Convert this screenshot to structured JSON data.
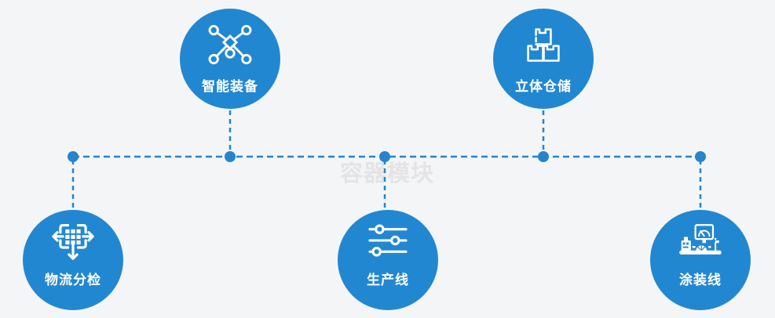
{
  "watermark": {
    "text": "容器模块"
  },
  "colors": {
    "background": "#f4f5f6",
    "circle_blue": "#2287d1",
    "connector_blue": "#2584cd",
    "icon_white": "#ffffff",
    "watermark_gray": "#e4e4e6"
  },
  "nodes": [
    {
      "label": "智能装备",
      "icon": "network-nodes-icon",
      "position": "top-left"
    },
    {
      "label": "立体仓储",
      "icon": "stacked-boxes-icon",
      "position": "top-right"
    },
    {
      "label": "物流分检",
      "icon": "sort-distribute-icon",
      "position": "bottom-left"
    },
    {
      "label": "生产线",
      "icon": "sliders-icon",
      "position": "bottom-center"
    },
    {
      "label": "涂装线",
      "icon": "control-station-icon",
      "position": "bottom-right"
    }
  ]
}
